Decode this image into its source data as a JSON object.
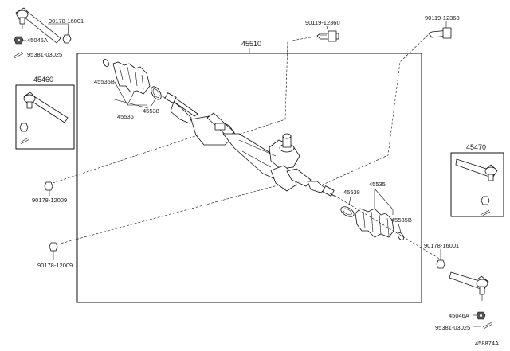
{
  "diagram": {
    "main_assembly": "45510",
    "labels": {
      "tie_rod_end_left_nut": "90178-16001",
      "tie_rod_end_left_lock": "45046A",
      "cotter_pin_left": "95381-03025",
      "tie_rod_end_left_assy": "45460",
      "bolt_left": "90119-12360",
      "bolt_right": "90119-12360",
      "boot_clip_left": "45535B",
      "boot_left": "45536",
      "clamp_left": "45538",
      "nut_mount_upper": "90178-12009",
      "nut_mount_lower": "90178-12009",
      "tie_rod_end_right_assy": "45470",
      "clamp_right": "45538",
      "boot_right": "45535",
      "boot_clip_right": "45535B",
      "tie_rod_end_right_nut": "90178-16001",
      "tie_rod_end_right_lock": "45046A",
      "cotter_pin_right": "95381-03025",
      "drawing_number": "458874A"
    }
  }
}
